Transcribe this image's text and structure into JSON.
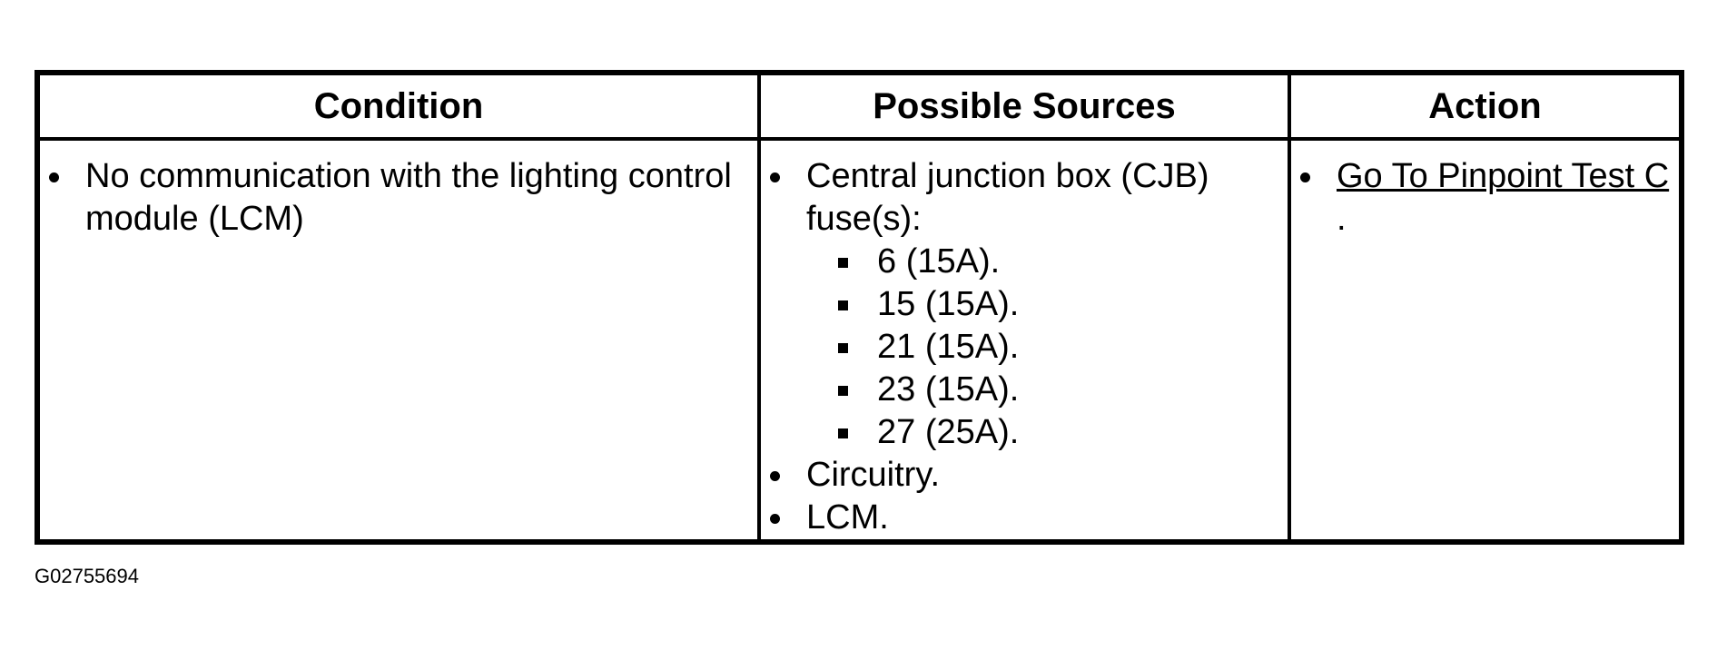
{
  "table": {
    "headers": [
      "Condition",
      "Possible Sources",
      "Action"
    ],
    "condition": {
      "items": [
        "No communication with the lighting control module (LCM)"
      ]
    },
    "sources": {
      "item_cjb": "Central junction box (CJB) fuse(s):",
      "fuses": [
        "6 (15A).",
        "15 (15A).",
        "21 (15A).",
        "23 (15A).",
        "27 (25A)."
      ],
      "item_circuitry": "Circuitry.",
      "item_lcm": "LCM."
    },
    "action": {
      "link_text": "Go To Pinpoint Test C ",
      "suffix": "."
    }
  },
  "figure_id": "G02755694"
}
